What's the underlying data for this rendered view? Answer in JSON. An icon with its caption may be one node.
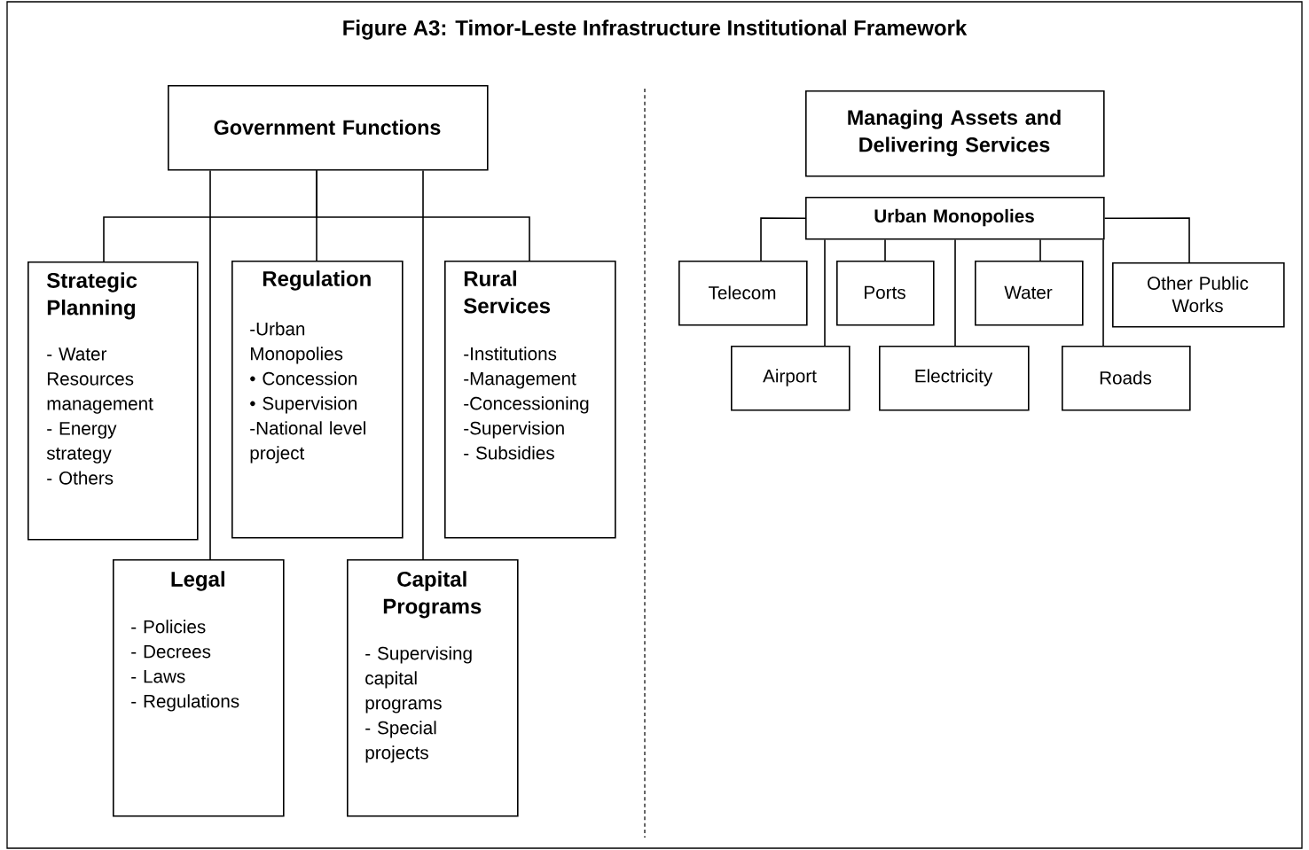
{
  "diagram": {
    "title": "Figure A3: Timor-Leste Infrastructure Institutional Framework",
    "nodes": [
      {
        "text": [
          "Government Functions"
        ]
      },
      {
        "text": [
          "Strategic Planning",
          "- Water Resources management",
          "- Energy strategy",
          "- Others"
        ]
      },
      {
        "text": [
          "Regulation",
          "-Urban Monopolies",
          "• Concession",
          "• Supervision",
          "-National level project"
        ]
      },
      {
        "text": [
          "Rural Services",
          "-Institutions",
          "-Management",
          "-Concessioning",
          "-Supervision",
          "- Subsidies"
        ]
      },
      {
        "text": [
          "Legal",
          "- Policies",
          "- Decrees",
          "- Laws",
          "- Regulations"
        ]
      },
      {
        "text": [
          "Capital Programs",
          "- Supervising capital programs",
          "- Special projects"
        ]
      },
      {
        "text": [
          "Managing Assets and Delivering Services"
        ]
      },
      {
        "text": [
          "Urban Monopolies"
        ]
      },
      {
        "text": [
          "Telecom"
        ]
      },
      {
        "text": [
          "Ports"
        ]
      },
      {
        "text": [
          "Water"
        ]
      },
      {
        "text": [
          "Other Public Works"
        ]
      },
      {
        "text": [
          "Airport"
        ]
      },
      {
        "text": [
          "Electricity"
        ]
      },
      {
        "text": [
          "Roads"
        ]
      }
    ],
    "edges": [
      {
        "from": 0,
        "to": 1,
        "arrow": "none"
      },
      {
        "from": 0,
        "to": 2,
        "arrow": "none"
      },
      {
        "from": 0,
        "to": 3,
        "arrow": "none"
      },
      {
        "from": 0,
        "to": 4,
        "arrow": "none"
      },
      {
        "from": 0,
        "to": 5,
        "arrow": "none"
      },
      {
        "from": 7,
        "to": 8,
        "arrow": "none"
      },
      {
        "from": 7,
        "to": 9,
        "arrow": "none"
      },
      {
        "from": 7,
        "to": 10,
        "arrow": "none"
      },
      {
        "from": 7,
        "to": 11,
        "arrow": "none"
      },
      {
        "from": 7,
        "to": 12,
        "arrow": "none"
      },
      {
        "from": 7,
        "to": 13,
        "arrow": "none"
      },
      {
        "from": 7,
        "to": 14,
        "arrow": "none"
      }
    ]
  }
}
